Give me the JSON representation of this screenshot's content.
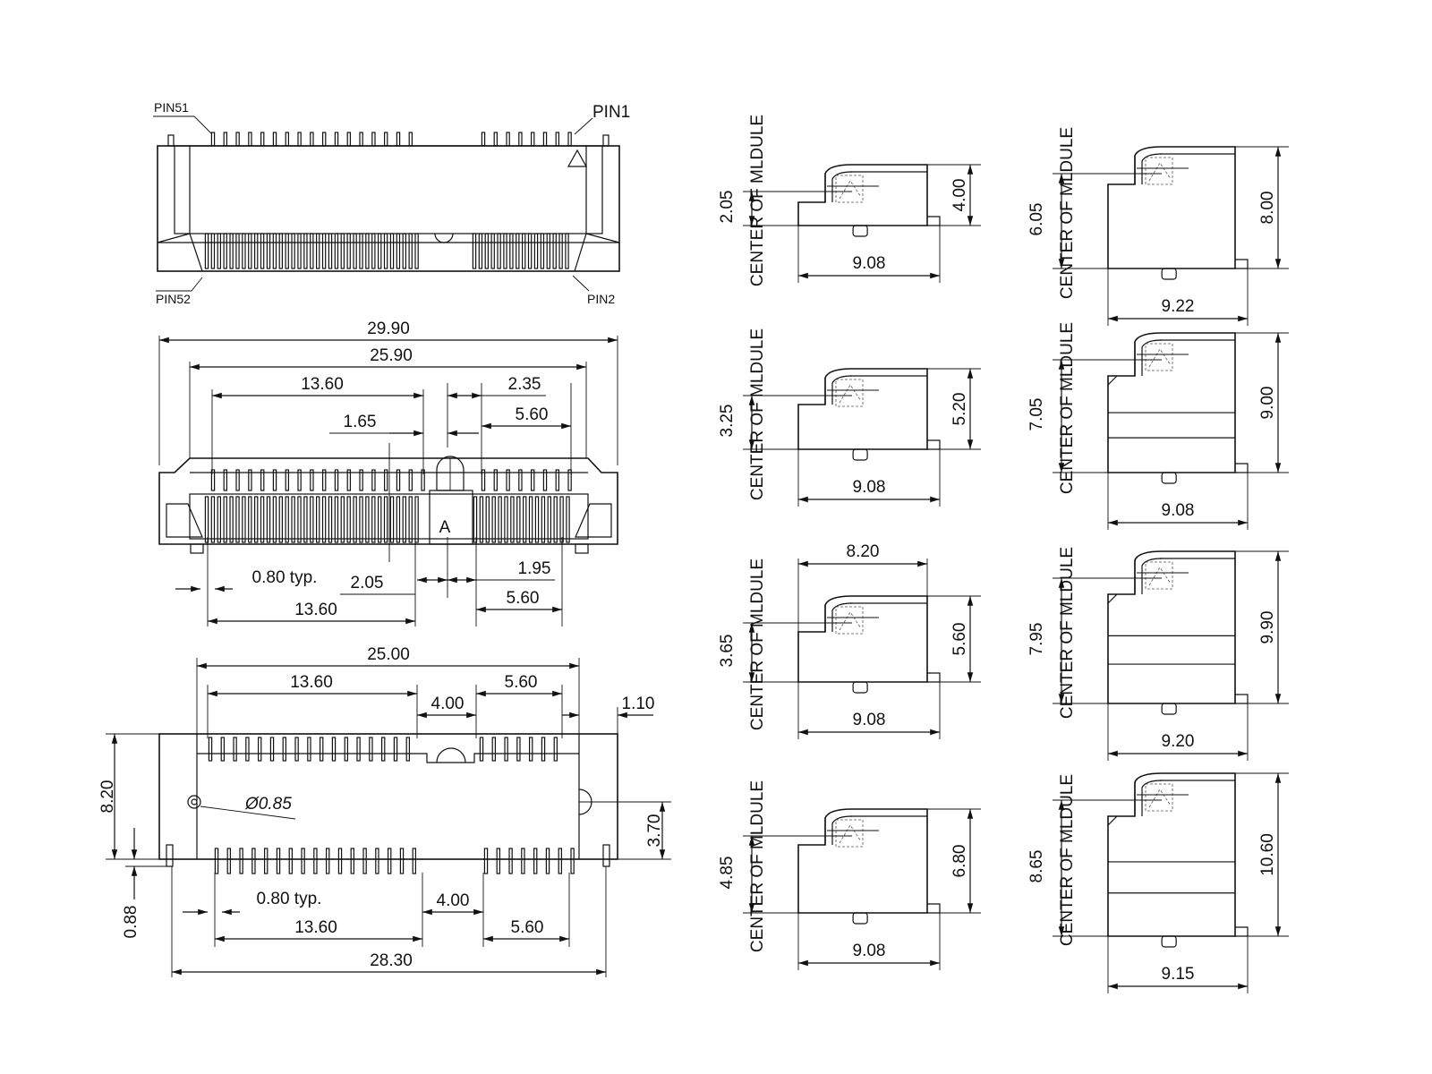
{
  "top_view": {
    "pin_labels": {
      "pin51": "PIN51",
      "pin1": "PIN1",
      "pin52": "PIN52",
      "pin2": "PIN2"
    }
  },
  "front_view": {
    "dims": {
      "overall_width": "29.90",
      "inner_width": "25.90",
      "left_group": "13.60",
      "key_offset": "1.65",
      "right_gap": "2.35",
      "right_group": "5.60",
      "key_mark": "A",
      "pitch": "0.80 typ.",
      "key_gap": "2.05",
      "right_offset": "1.95",
      "bottom_left_group": "13.60",
      "bottom_right_group": "5.60"
    }
  },
  "bottom_view": {
    "dims": {
      "overall_width": "25.00",
      "left_group": "13.60",
      "key_gap": "4.00",
      "right_group": "5.60",
      "right_offset": "1.10",
      "depth": "8.20",
      "hole": "Ø0.85",
      "hole_offset": "3.70",
      "pitch": "0.80 typ.",
      "bottom_key_gap": "4.00",
      "bottom_left_group": "13.60",
      "bottom_right_group": "5.60",
      "pin_offset": "0.88",
      "overall_length": "28.30"
    }
  },
  "side_views": {
    "center_label": "CENTER OF MLDULE",
    "left_column": [
      {
        "center": "2.05",
        "height": "4.00",
        "width": "9.08"
      },
      {
        "center": "3.25",
        "height": "5.20",
        "width": "9.08"
      },
      {
        "center": "3.65",
        "height": "5.60",
        "width": "9.08",
        "top_width": "8.20"
      },
      {
        "center": "4.85",
        "height": "6.80",
        "width": "9.08"
      }
    ],
    "right_column": [
      {
        "center": "6.05",
        "height": "8.00",
        "width": "9.22"
      },
      {
        "center": "7.05",
        "height": "9.00",
        "width": "9.08"
      },
      {
        "center": "7.95",
        "height": "9.90",
        "width": "9.20"
      },
      {
        "center": "8.65",
        "height": "10.60",
        "width": "9.15"
      }
    ]
  }
}
